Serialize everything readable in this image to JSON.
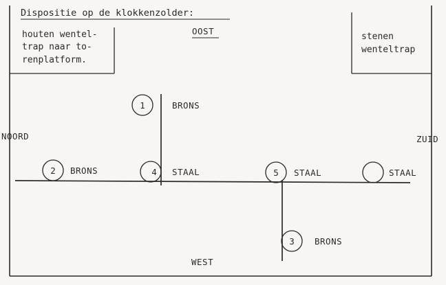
{
  "title": "Dispositie op de klokkenzolder:",
  "directions": {
    "north": "NOORD",
    "east": "OOST",
    "south": "ZUID",
    "west": "WEST"
  },
  "notes": {
    "left_lines": [
      "houten wentel-",
      "trap naar to-",
      "renplatform."
    ],
    "right_lines": [
      "stenen",
      "wenteltrap"
    ]
  },
  "bells": [
    {
      "number": "1",
      "material": "BRONS"
    },
    {
      "number": "2",
      "material": "BRONS"
    },
    {
      "number": "3",
      "material": "BRONS"
    },
    {
      "number": "4",
      "material": "STAAL"
    },
    {
      "number": "5",
      "material": "STAAL"
    },
    {
      "number": "",
      "material": "STAAL"
    }
  ]
}
